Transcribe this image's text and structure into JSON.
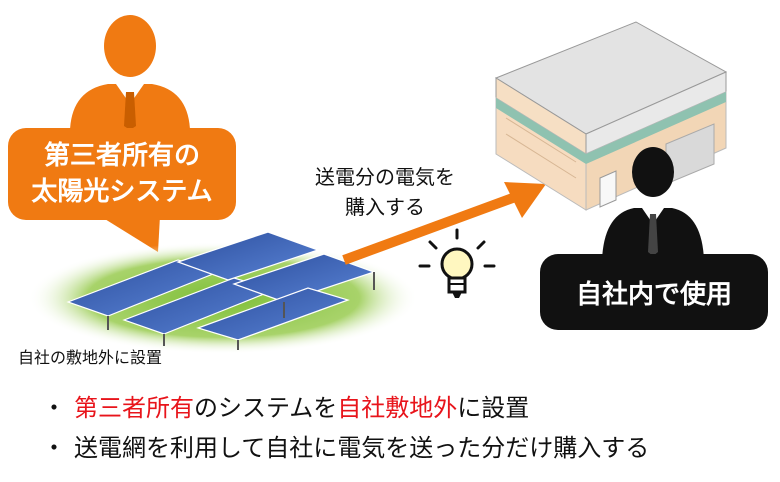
{
  "bubble": {
    "line1": "第三者所有の",
    "line2": "太陽光システム"
  },
  "arrow_label": {
    "line1": "送電分の電気を",
    "line2": "購入する"
  },
  "use_label": "自社内で使用",
  "caption": "自社の敷地外に設置",
  "bullets": [
    {
      "red": "第三者所有",
      "mid": "のシステムを",
      "red2": "自社敷地外",
      "tail": "に設置"
    },
    {
      "text": "送電網を利用して自社に電気を送った分だけ購入する"
    }
  ],
  "bullet_marker": "・",
  "colors": {
    "orange": "#f07a12",
    "red": "#e8141b",
    "black": "#111111"
  },
  "icons": [
    "person-icon",
    "solar-panel-array",
    "building",
    "lightbulb-icon"
  ]
}
